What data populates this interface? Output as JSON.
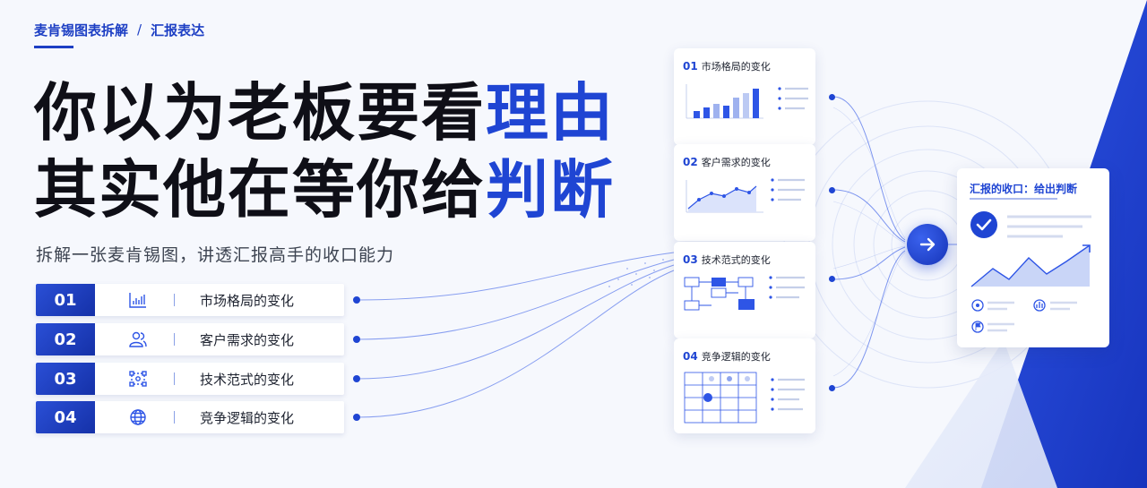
{
  "breadcrumb": {
    "item1": "麦肯锡图表拆解",
    "separator": "/",
    "item2": "汇报表达"
  },
  "headline": {
    "line1_main": "你以为老板要看",
    "line1_accent": "理由",
    "line2_main": "其实他在等你给",
    "line2_accent": "判断"
  },
  "subtitle": "拆解一张麦肯锡图，讲透汇报高手的收口能力",
  "list": [
    {
      "num": "01",
      "icon": "bar-chart-icon",
      "label": "市场格局的变化"
    },
    {
      "num": "02",
      "icon": "users-icon",
      "label": "客户需求的变化"
    },
    {
      "num": "03",
      "icon": "network-icon",
      "label": "技术范式的变化"
    },
    {
      "num": "04",
      "icon": "globe-icon",
      "label": "竞争逻辑的变化"
    }
  ],
  "cards": [
    {
      "num": "01",
      "title": "市场格局的变化",
      "visual": "bar-chart"
    },
    {
      "num": "02",
      "title": "客户需求的变化",
      "visual": "line-chart"
    },
    {
      "num": "03",
      "title": "技术范式的变化",
      "visual": "flow-diagram"
    },
    {
      "num": "04",
      "title": "竞争逻辑的变化",
      "visual": "grid-matrix"
    }
  ],
  "result_card": {
    "title": "汇报的收口：给出判断",
    "icons": [
      "check-icon",
      "target-icon",
      "bar-chart-icon",
      "flag-icon"
    ]
  },
  "colors": {
    "accent": "#1f45d3",
    "dark": "#0f0f17",
    "background": "#f6f8fd"
  }
}
